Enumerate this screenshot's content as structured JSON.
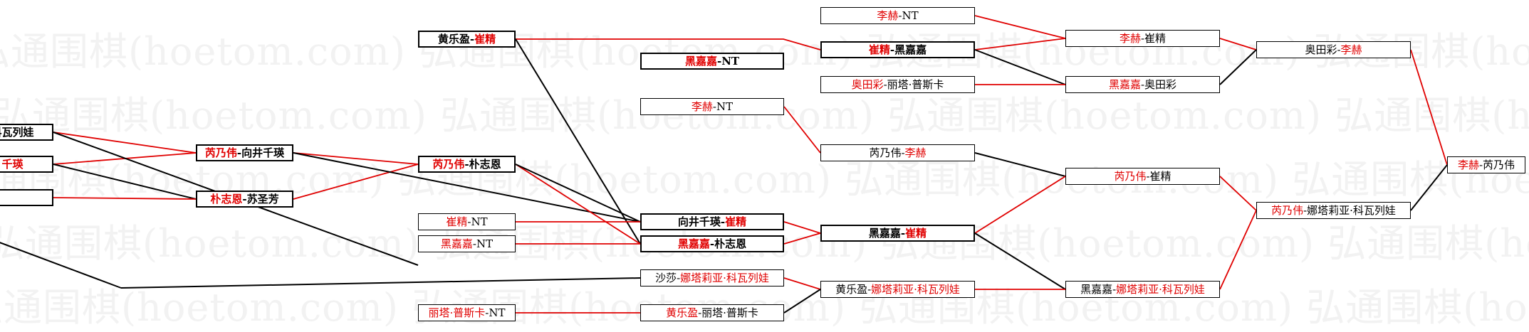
{
  "watermark": "弘通围棋(hoetom.com)",
  "matches": [
    {
      "id": "l0a",
      "red": "",
      "black": "科瓦列娃",
      "order": "rb"
    },
    {
      "id": "l0b",
      "red": "千瑛",
      "black": "",
      "order": "rb"
    },
    {
      "id": "l0c",
      "red": "",
      "black": "",
      "order": "rb"
    },
    {
      "id": "l1a",
      "red": "芮乃伟",
      "black": "向井千瑛",
      "order": "rb"
    },
    {
      "id": "l1b",
      "red": "朴志恩",
      "black": "苏圣芳",
      "order": "rb"
    },
    {
      "id": "l2a",
      "red": "崔精",
      "black": "黄乐盈",
      "order": "br"
    },
    {
      "id": "l2b",
      "red": "芮乃伟",
      "black": "朴志恩",
      "order": "rb"
    },
    {
      "id": "l2c",
      "red": "崔精",
      "black": "NT",
      "order": "rb"
    },
    {
      "id": "l2d",
      "red": "黑嘉嘉",
      "black": "NT",
      "order": "rb"
    },
    {
      "id": "l2e",
      "red": "丽塔·普斯卡",
      "black": "NT",
      "order": "rb"
    },
    {
      "id": "l3a",
      "red": "黑嘉嘉",
      "black": "NT",
      "order": "rb"
    },
    {
      "id": "l3b",
      "red": "李赫",
      "black": "NT",
      "order": "rb"
    },
    {
      "id": "l3c",
      "red": "崔精",
      "black": "向井千瑛",
      "order": "br"
    },
    {
      "id": "l3d",
      "red": "黑嘉嘉",
      "black": "朴志恩",
      "order": "rb"
    },
    {
      "id": "l3e",
      "red": "娜塔莉亚·科瓦列娃",
      "black": "沙莎",
      "order": "br"
    },
    {
      "id": "l3f",
      "red": "黄乐盈",
      "black": "丽塔·普斯卡",
      "order": "rb"
    },
    {
      "id": "l4a",
      "red": "李赫",
      "black": "NT",
      "order": "rb"
    },
    {
      "id": "l4b",
      "red": "崔精",
      "black": "黑嘉嘉",
      "order": "rb"
    },
    {
      "id": "l4c",
      "red": "奥田彩",
      "black": "丽塔·普斯卡",
      "order": "rb"
    },
    {
      "id": "l4d",
      "red": "李赫",
      "black": "芮乃伟",
      "order": "br"
    },
    {
      "id": "l4e",
      "red": "崔精",
      "black": "黑嘉嘉",
      "order": "br"
    },
    {
      "id": "l4f",
      "red": "娜塔莉亚·科瓦列娃",
      "black": "黄乐盈",
      "order": "br"
    },
    {
      "id": "l5a",
      "red": "李赫",
      "black": "崔精",
      "order": "rb"
    },
    {
      "id": "l5b",
      "red": "黑嘉嘉",
      "black": "奥田彩",
      "order": "rb"
    },
    {
      "id": "l5c",
      "red": "芮乃伟",
      "black": "崔精",
      "order": "rb"
    },
    {
      "id": "l5d",
      "red": "娜塔莉亚·科瓦列娃",
      "black": "黑嘉嘉",
      "order": "br"
    },
    {
      "id": "l6a",
      "red": "李赫",
      "black": "奥田彩",
      "order": "br"
    },
    {
      "id": "l6b",
      "red": "芮乃伟",
      "black": "娜塔莉亚·科瓦列娃",
      "order": "rb"
    },
    {
      "id": "l7a",
      "red": "李赫",
      "black": "芮乃伟",
      "order": "rb"
    }
  ],
  "colors": {
    "winner": "#e00000",
    "loser": "#000000"
  }
}
